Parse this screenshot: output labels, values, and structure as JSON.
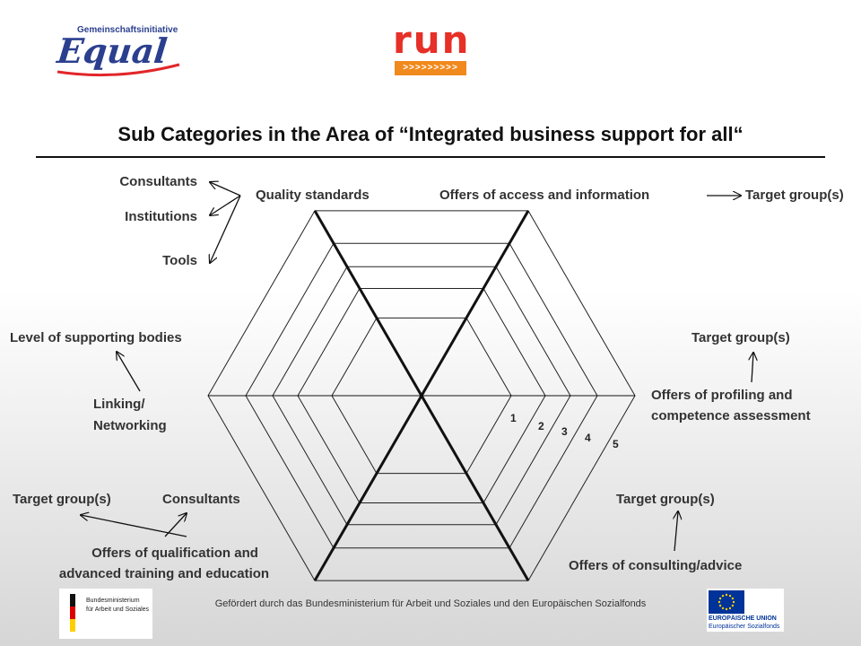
{
  "header": {
    "equal_small": "Gemeinschaftsinitiative",
    "equal_word": "Equal",
    "run_word": "run",
    "run_bar": ">>>>>>>>>"
  },
  "title": "Sub Categories in the Area of “Integrated business support for all“",
  "labels": {
    "consultants_top": "Consultants",
    "institutions": "Institutions",
    "tools": "Tools",
    "quality_standards": "Quality standards",
    "offers_access": "Offers of access and information",
    "target_top": "Target group(s)",
    "level_supporting": "Level of supporting bodies",
    "linking_1": "Linking/",
    "linking_2": "Networking",
    "target_right": "Target group(s)",
    "profiling_1": "Offers of profiling and",
    "profiling_2": "competence assessment",
    "target_bottom_left": "Target group(s)",
    "consultants_bottom": "Consultants",
    "qualification_1": "Offers of qualification and",
    "qualification_2": "advanced training and education",
    "target_bottom_right": "Target group(s)",
    "consulting_advice": "Offers of consulting/advice"
  },
  "scale": [
    "1",
    "2",
    "3",
    "4",
    "5"
  ],
  "footer": {
    "text": "Gefördert durch das Bundesministerium für Arbeit und Soziales und den Europäischen Sozialfonds",
    "bmas_1": "Bundesministerium",
    "bmas_2": "für Arbeit und Soziales",
    "eu_1": "EUROPÄISCHE UNION",
    "eu_2": "Europäischer Sozialfonds"
  },
  "colors": {
    "equal_blue": "#2b3f8f",
    "equal_red": "#e2262a",
    "run_red": "#e63028",
    "run_orange": "#f08a1e",
    "eu_blue": "#003399",
    "eu_star": "#ffcc00"
  }
}
